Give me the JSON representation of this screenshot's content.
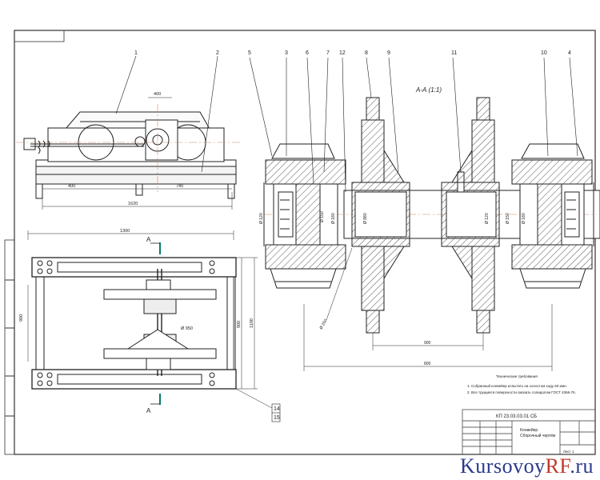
{
  "drawing": {
    "section_label": "А-А (1:1)",
    "cut_mark": "А",
    "callouts": [
      "1",
      "2",
      "5",
      "3",
      "6",
      "7",
      "12",
      "8",
      "9",
      "11",
      "10",
      "4",
      "14",
      "15"
    ],
    "dims_front": [
      "400",
      "740",
      "1620"
    ],
    "dims_plan": [
      "1300",
      "900",
      "1100",
      "Ø 950"
    ],
    "dims_section": [
      "Ø 120",
      "Ø 150",
      "Ø 180",
      "Ø 120",
      "Ø 150",
      "Ø 180",
      "Ø 880",
      "900",
      "800",
      "Ø 250"
    ]
  },
  "notes": {
    "title": "Технические требования",
    "lines": [
      "1. Собранный конвейер испытать на холостом ходу 60 мин.",
      "2. Все трущиеся поверхности смазать солидолом ГОСТ 4366-76."
    ]
  },
  "title_block": {
    "doc_code": "КП 23.03.03.01 СБ",
    "name_line1": "Конвейер",
    "name_line2": "Сборочный чертёж",
    "sheet": "Лист 1"
  },
  "watermark": {
    "part1": "Kursovoy",
    "part2": "RF",
    "part3": ".ru"
  }
}
